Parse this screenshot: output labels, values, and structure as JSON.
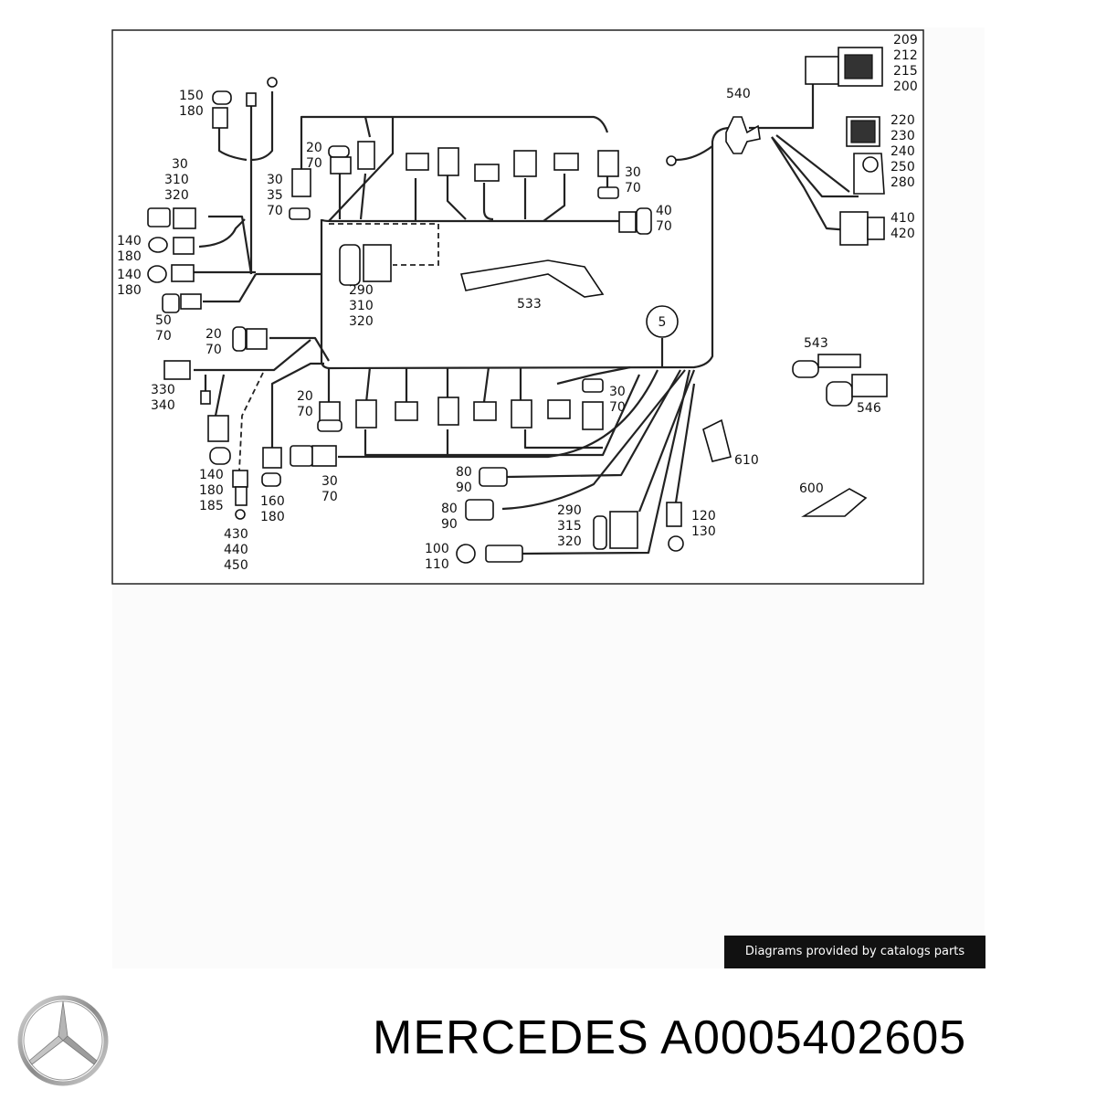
{
  "diagram": {
    "center_ref": "5",
    "labels": [
      [
        "209",
        "212",
        "215",
        "200"
      ],
      [
        "540"
      ],
      [
        "220",
        "230",
        "240",
        "250",
        "280"
      ],
      [
        "410",
        "420"
      ],
      [
        "150",
        "180"
      ],
      [
        "30",
        "310",
        "320"
      ],
      [
        "20",
        "70"
      ],
      [
        "30",
        "35",
        "70"
      ],
      [
        "30",
        "70"
      ],
      [
        "40",
        "70"
      ],
      [
        "140",
        "180"
      ],
      [
        "140",
        "180"
      ],
      [
        "290",
        "310",
        "320"
      ],
      [
        "533"
      ],
      [
        "50",
        "70"
      ],
      [
        "20",
        "70"
      ],
      [
        "543"
      ],
      [
        "546"
      ],
      [
        "330",
        "340"
      ],
      [
        "20",
        "70"
      ],
      [
        "30",
        "70"
      ],
      [
        "610"
      ],
      [
        "140",
        "180",
        "185"
      ],
      [
        "160",
        "180"
      ],
      [
        "30",
        "70"
      ],
      [
        "80",
        "90"
      ],
      [
        "80",
        "90"
      ],
      [
        "600"
      ],
      [
        "290",
        "315",
        "320"
      ],
      [
        "120",
        "130"
      ],
      [
        "100",
        "110"
      ],
      [
        "430",
        "440",
        "450"
      ]
    ]
  },
  "credit": "Diagrams provided by catalogs parts",
  "footer": {
    "brand": "MERCEDES",
    "part_number": "A0005402605"
  }
}
